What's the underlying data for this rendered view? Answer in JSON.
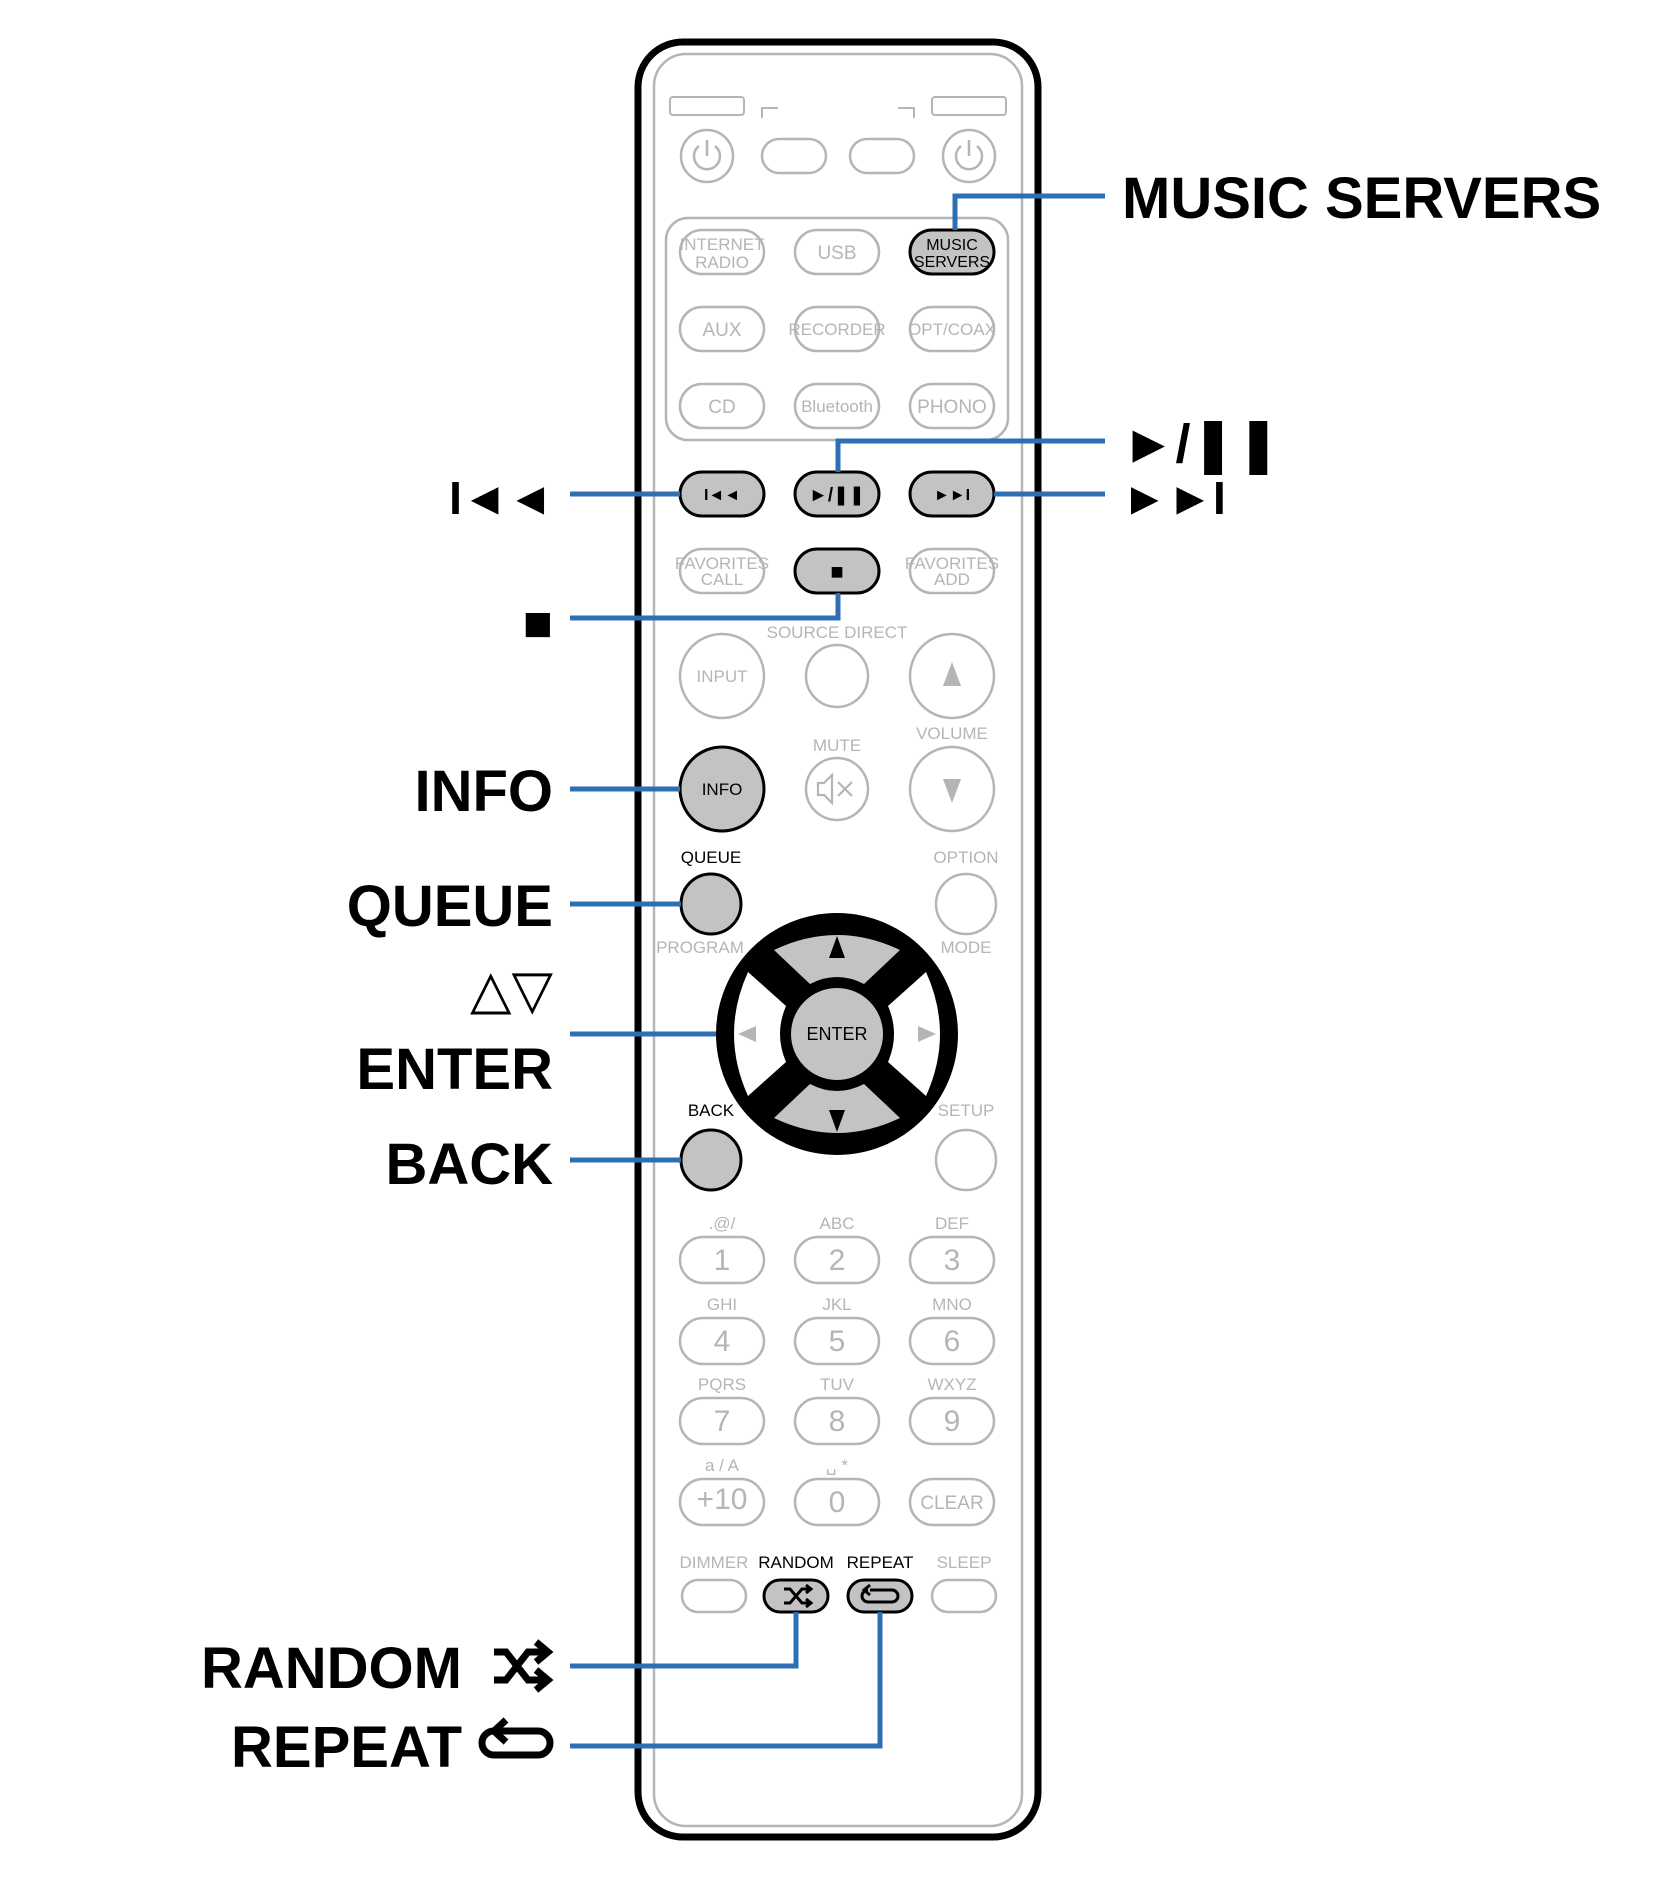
{
  "callouts": {
    "music_servers": "MUSIC SERVERS",
    "play_pause": "►/❚❚",
    "prev": "I◄◄",
    "next": "►►I",
    "stop": "■",
    "info": "INFO",
    "queue": "QUEUE",
    "cursor": "△▽",
    "enter": "ENTER",
    "back": "BACK",
    "random": "RANDOM",
    "repeat": "REPEAT"
  },
  "remote": {
    "mode": "MODE",
    "sources": {
      "internet_radio_1": "INTERNET",
      "internet_radio_2": "RADIO",
      "usb": "USB",
      "music_servers_1": "MUSIC",
      "music_servers_2": "SERVERS",
      "aux": "AUX",
      "recorder": "RECORDER",
      "opt_coax": "OPT/COAX",
      "cd": "CD",
      "bluetooth": "Bluetooth",
      "phono": "PHONO"
    },
    "transport": {
      "prev": "I◄◄",
      "play_pause": "►/❚❚",
      "next": "►►I",
      "stop": "■"
    },
    "favorites": {
      "call_1": "FAVORITES",
      "call_2": "CALL",
      "add_1": "FAVORITES",
      "add_2": "ADD"
    },
    "source_direct": "SOURCE DIRECT",
    "input": "INPUT",
    "volume": "VOLUME",
    "mute": "MUTE",
    "info": "INFO",
    "queue": "QUEUE",
    "program": "PROGRAM",
    "option": "OPTION",
    "enter": "ENTER",
    "back": "BACK",
    "setup": "SETUP",
    "keypad": [
      {
        "sub": ".@/",
        "main": "1"
      },
      {
        "sub": "ABC",
        "main": "2"
      },
      {
        "sub": "DEF",
        "main": "3"
      },
      {
        "sub": "GHI",
        "main": "4"
      },
      {
        "sub": "JKL",
        "main": "5"
      },
      {
        "sub": "MNO",
        "main": "6"
      },
      {
        "sub": "PQRS",
        "main": "7"
      },
      {
        "sub": "TUV",
        "main": "8"
      },
      {
        "sub": "WXYZ",
        "main": "9"
      },
      {
        "sub": "a / A",
        "main": "+10"
      },
      {
        "sub": "␣ *",
        "main": "0"
      },
      {
        "sub": "",
        "main": "CLEAR"
      }
    ],
    "bottom": {
      "dimmer": "DIMMER",
      "random": "RANDOM",
      "repeat": "REPEAT",
      "sleep": "SLEEP"
    }
  },
  "colors": {
    "leader": "#2e6fb3",
    "highlight_fill": "#c3c3c3",
    "faded": "#b5b5b5"
  }
}
